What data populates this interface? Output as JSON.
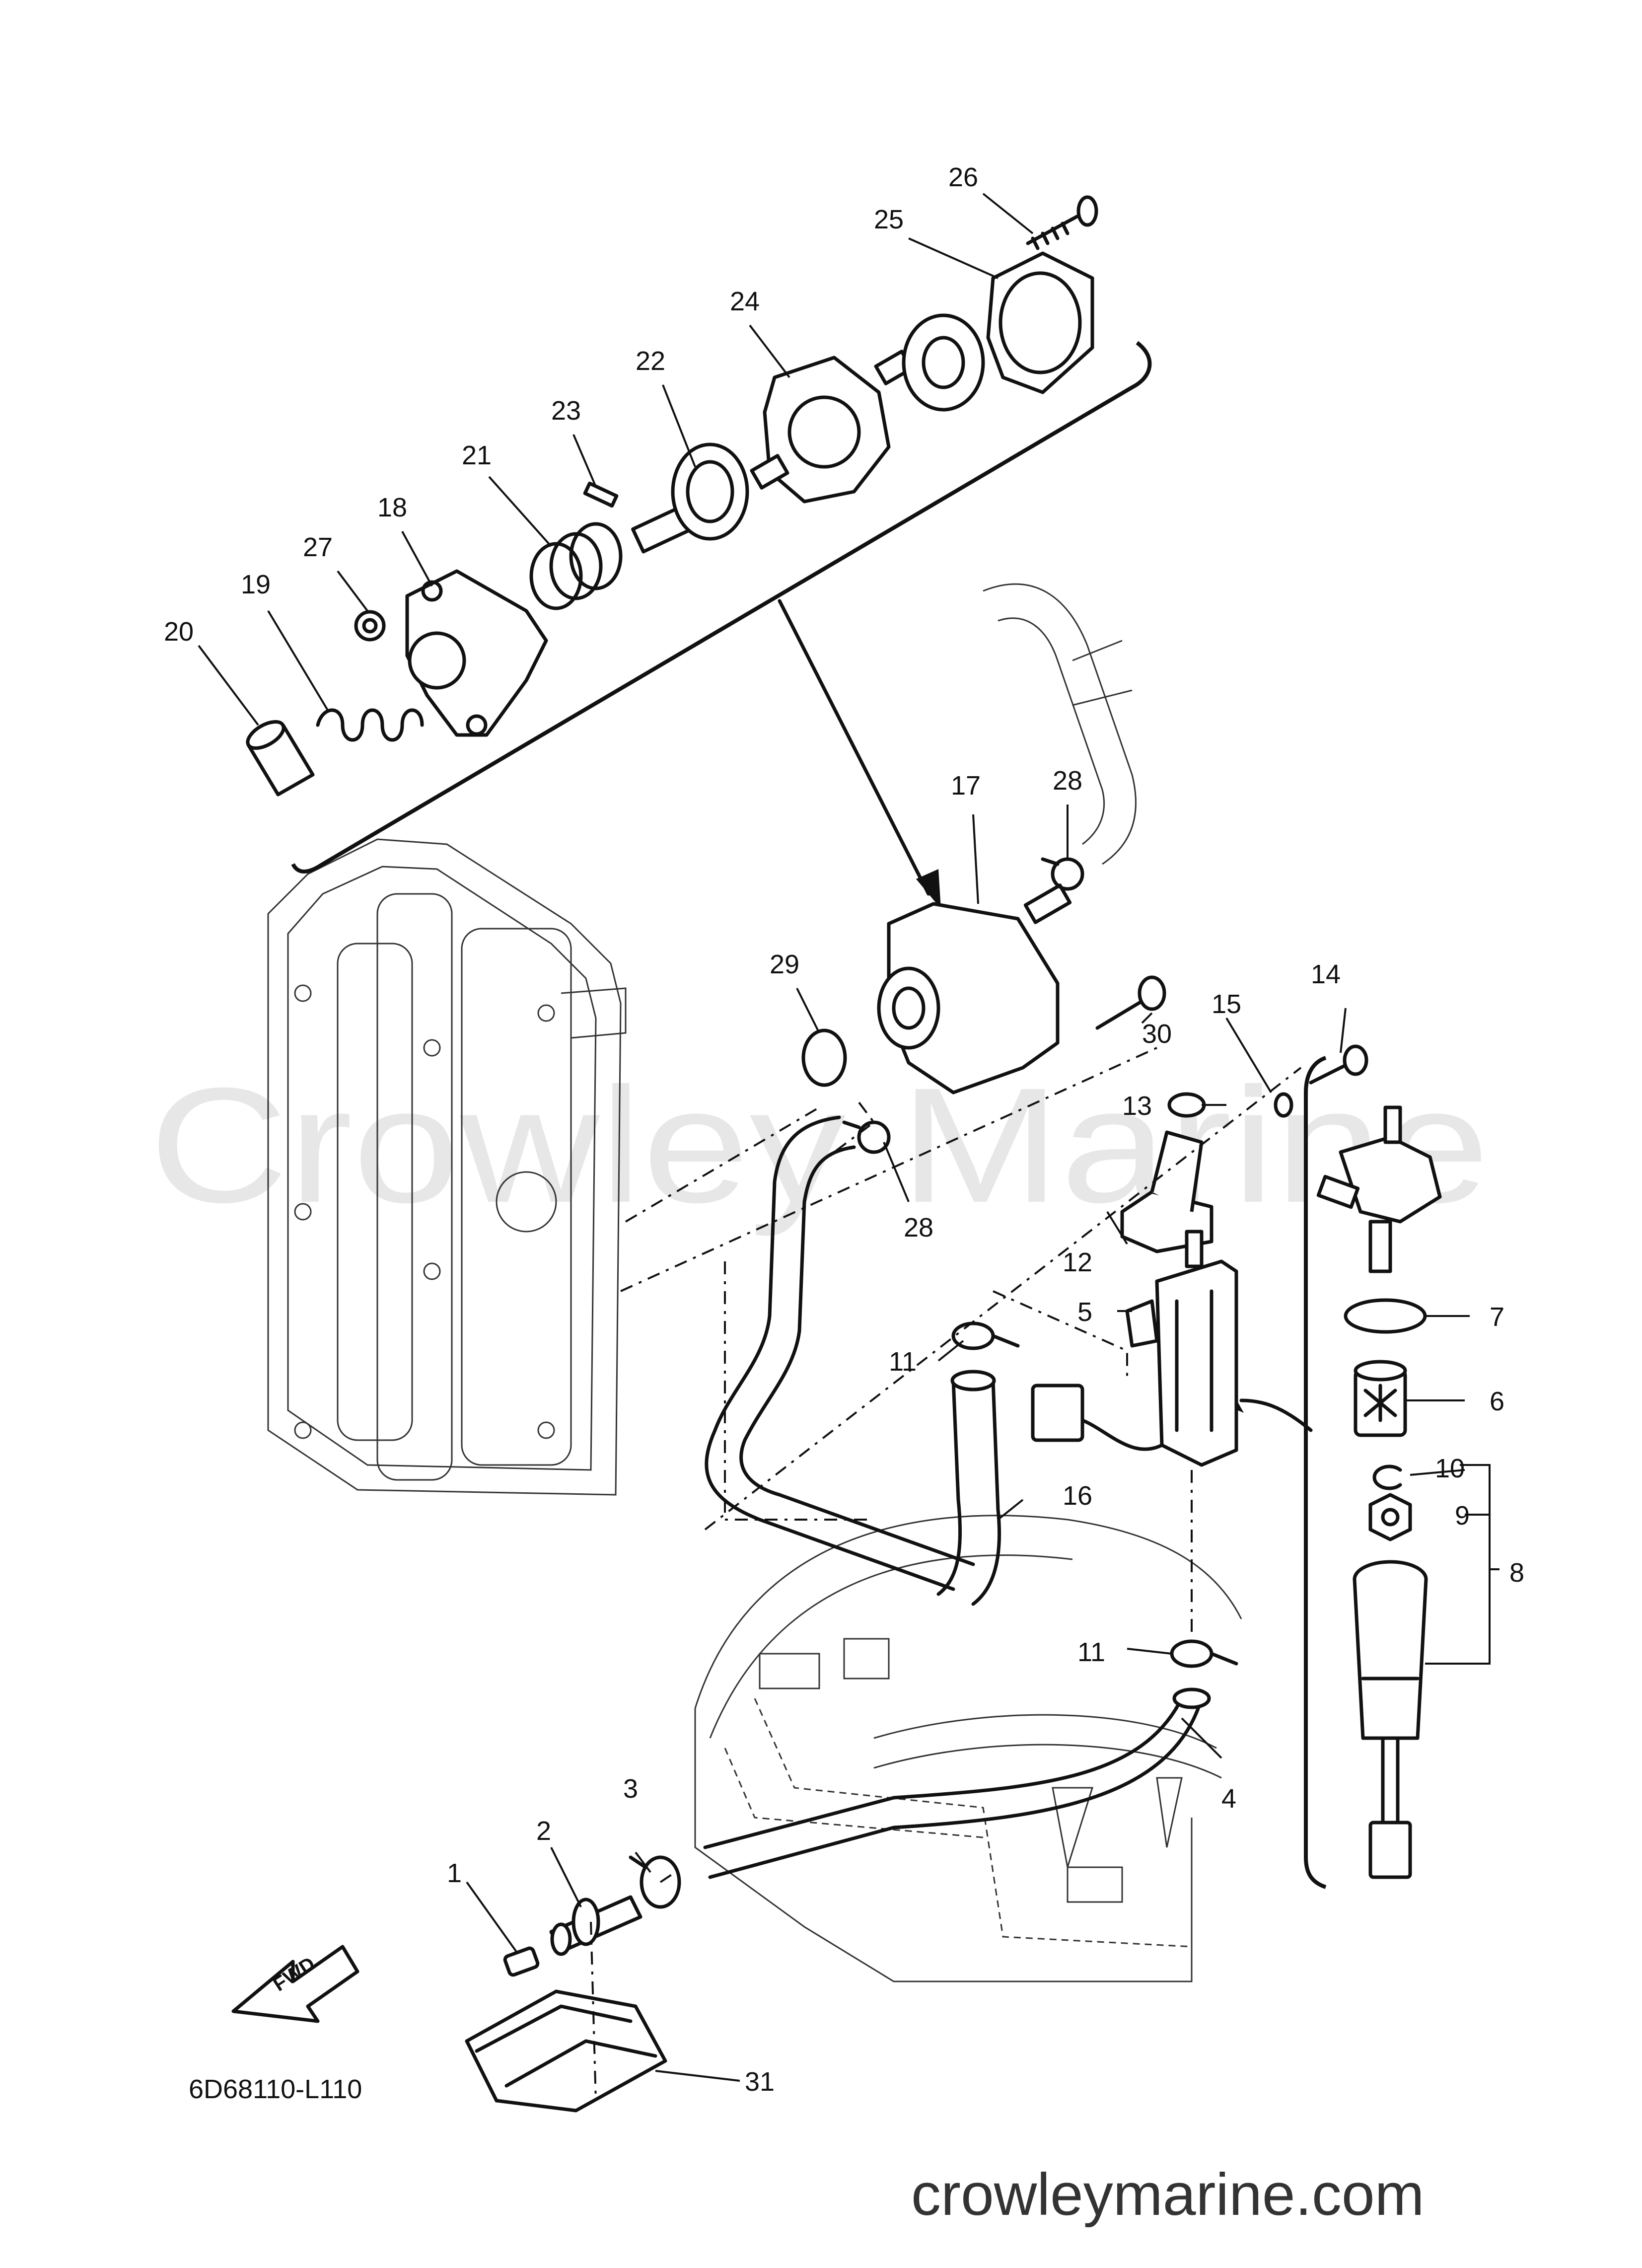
{
  "watermark": "Crowley Marine",
  "site_label": "crowleymarine.com",
  "diagram_code": "6D68110-L110",
  "fwd_label": "FWD",
  "callouts": {
    "c1": "1",
    "c2": "2",
    "c3": "3",
    "c4": "4",
    "c5": "5",
    "c6": "6",
    "c7": "7",
    "c8": "8",
    "c9": "9",
    "c10": "10",
    "c11a": "11",
    "c11b": "11",
    "c12": "12",
    "c13": "13",
    "c14": "14",
    "c15": "15",
    "c16": "16",
    "c17": "17",
    "c18": "18",
    "c19": "19",
    "c20": "20",
    "c21": "21",
    "c22": "22",
    "c23": "23",
    "c24": "24",
    "c25": "25",
    "c26": "26",
    "c27": "27",
    "c28a": "28",
    "c28b": "28",
    "c29": "29",
    "c30": "30",
    "c31": "31"
  }
}
